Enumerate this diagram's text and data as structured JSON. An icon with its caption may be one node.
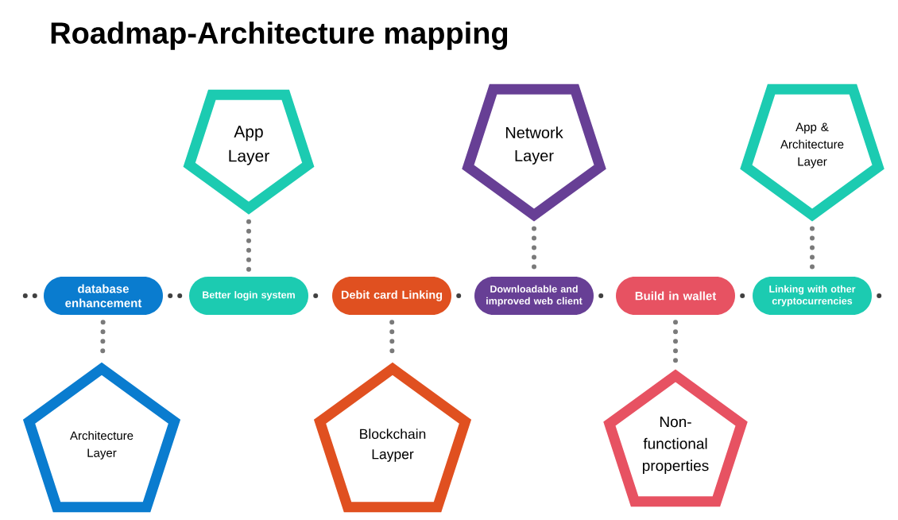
{
  "diagram": {
    "title": "Roadmap-Architecture mapping",
    "nodes": [
      {
        "text": [
          "database enhancement"
        ]
      },
      {
        "text": [
          "Better login system"
        ]
      },
      {
        "text": [
          "Debit card Linking"
        ]
      },
      {
        "text": [
          "Downloadable and improved web client"
        ]
      },
      {
        "text": [
          "Build in wallet"
        ]
      },
      {
        "text": [
          "Linking with other cryptocurrencies"
        ]
      },
      {
        "text": [
          "App Layer"
        ]
      },
      {
        "text": [
          "Network Layer"
        ]
      },
      {
        "text": [
          "App & Architecture Layer"
        ]
      },
      {
        "text": [
          "Architecture Layer"
        ]
      },
      {
        "text": [
          "Blockchain Layper"
        ]
      },
      {
        "text": [
          "Non-functional properties"
        ]
      }
    ],
    "edges": [
      {
        "from": null,
        "to": 0,
        "arrow": "none"
      },
      {
        "from": 0,
        "to": 1,
        "arrow": "none"
      },
      {
        "from": 1,
        "to": 2,
        "arrow": "none"
      },
      {
        "from": 2,
        "to": 3,
        "arrow": "none"
      },
      {
        "from": 3,
        "to": 4,
        "arrow": "none"
      },
      {
        "from": 4,
        "to": 5,
        "arrow": "none"
      },
      {
        "from": 5,
        "to": null,
        "arrow": "none"
      },
      {
        "from": 6,
        "to": 1,
        "arrow": "none",
        "color": "#7a7a7a"
      },
      {
        "from": 7,
        "to": 3,
        "arrow": "none",
        "color": "#7a7a7a"
      },
      {
        "from": 8,
        "to": 5,
        "arrow": "none",
        "color": "#7a7a7a"
      },
      {
        "from": 0,
        "to": 9,
        "arrow": "none",
        "color": "#7a7a7a"
      },
      {
        "from": 2,
        "to": 10,
        "arrow": "none",
        "color": "#7a7a7a"
      },
      {
        "from": 4,
        "to": 11,
        "arrow": "none",
        "color": "#7a7a7a"
      }
    ]
  }
}
